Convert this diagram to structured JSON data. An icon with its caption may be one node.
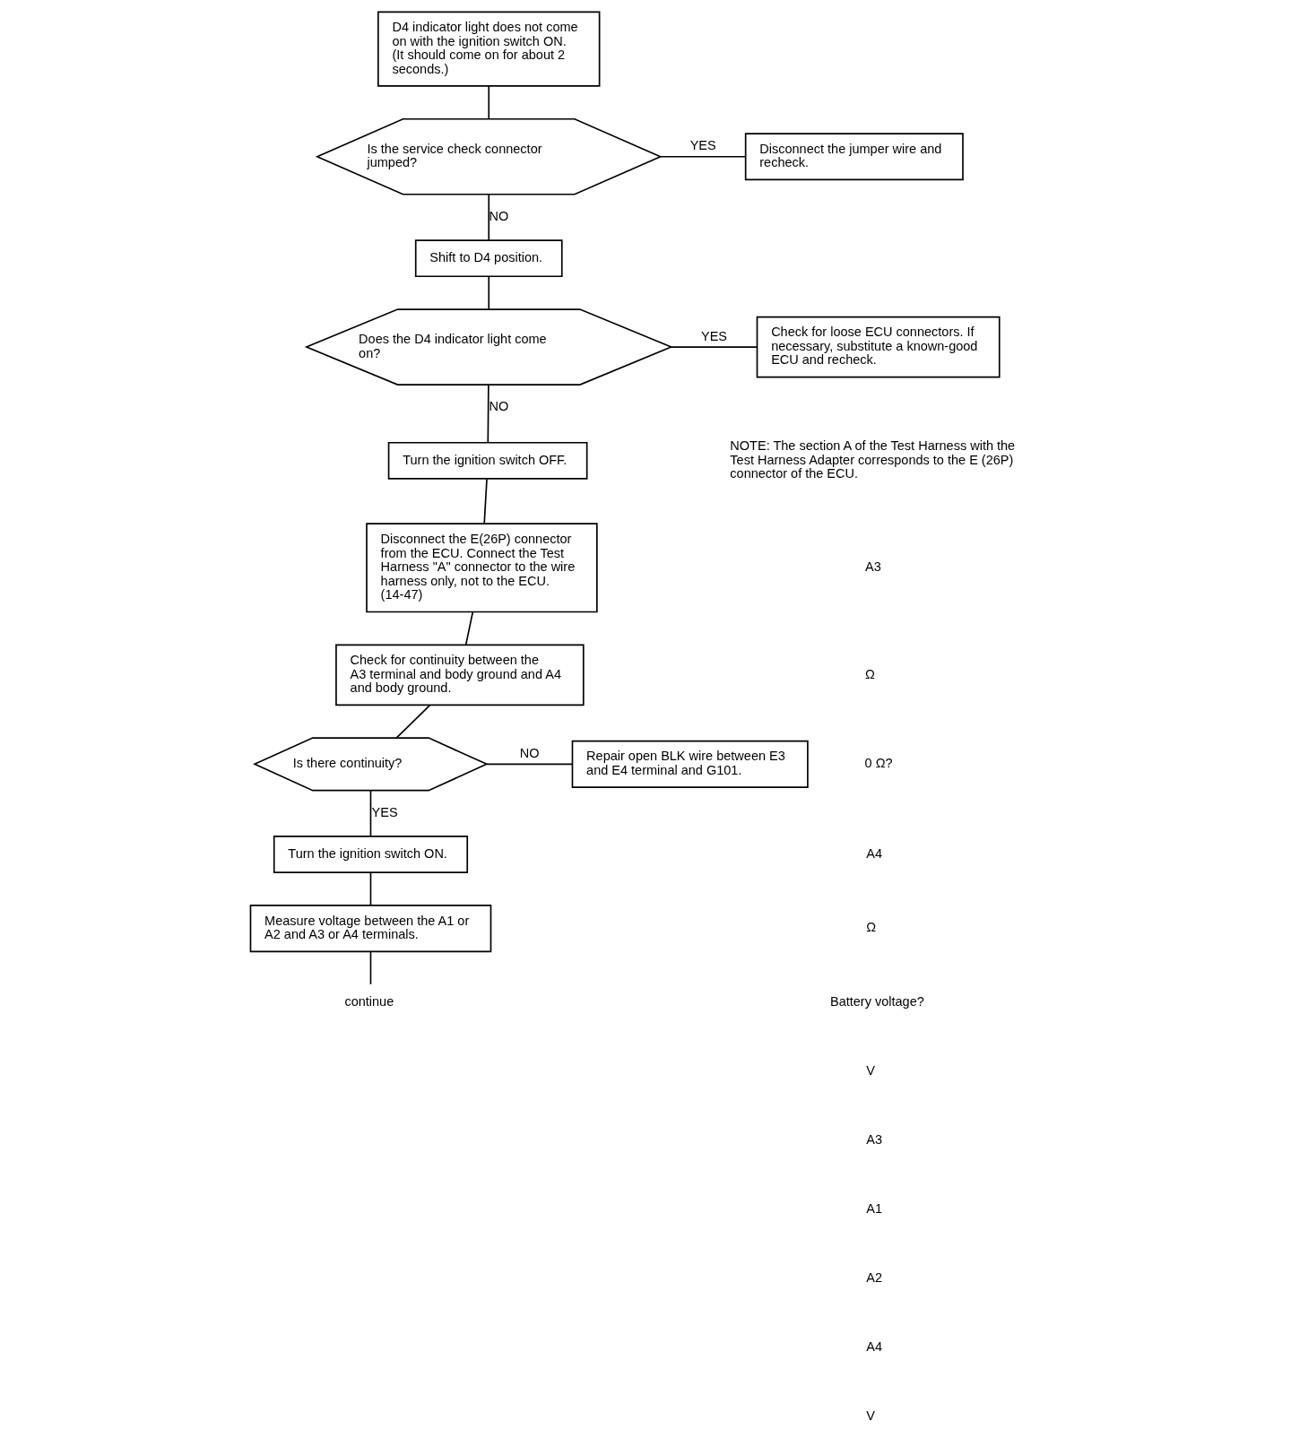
{
  "diagram": {
    "nodes": [
      {
        "text": [
          "D4 indicator light does not come on with the ignition switch ON. (It should come on for about 2 seconds.)"
        ]
      },
      {
        "text": [
          "Is the service check connector jumped?"
        ]
      },
      {
        "text": [
          "Disconnect the jumper wire and recheck."
        ]
      },
      {
        "text": [
          "Shift to D4 position."
        ]
      },
      {
        "text": [
          "Does the D4 indicator light come on?"
        ]
      },
      {
        "text": [
          "Check for loose ECU connectors. If necessary, substitute a known-good ECU and recheck."
        ]
      },
      {
        "text": [
          "Turn the ignition switch OFF."
        ]
      },
      {
        "text": [
          "Disconnect the E(26P) connector from the ECU. Connect the Test Harness \"A\" connector to the wire harness only, not to the ECU. (14-47)"
        ]
      },
      {
        "text": [
          "Check for continuity between the A3 terminal and body ground and A4 and body ground."
        ]
      },
      {
        "text": [
          "Is there continuity?"
        ]
      },
      {
        "text": [
          "Repair open BLK wire between E3 and E4 terminal and G101."
        ]
      },
      {
        "text": [
          "Turn the ignition switch ON."
        ]
      },
      {
        "text": [
          "Measure voltage between the A1 or A2 and A3 or A4 terminals."
        ]
      },
      {
        "text": [
          "continue"
        ]
      }
    ],
    "edges": [
      {
        "from": 0,
        "to": 1,
        "arrow": "none"
      },
      {
        "from": 1,
        "to": 2,
        "arrow": "none",
        "label": "YES"
      },
      {
        "from": 1,
        "to": 3,
        "arrow": "none",
        "label": "NO"
      },
      {
        "from": 3,
        "to": 4,
        "arrow": "none"
      },
      {
        "from": 4,
        "to": 5,
        "arrow": "none",
        "label": "YES"
      },
      {
        "from": 4,
        "to": 6,
        "arrow": "none",
        "label": "NO"
      },
      {
        "from": 6,
        "to": 7,
        "arrow": "none"
      },
      {
        "from": 7,
        "to": 8,
        "arrow": "none"
      },
      {
        "from": 8,
        "to": 9,
        "arrow": "none"
      },
      {
        "from": 9,
        "to": 10,
        "arrow": "none",
        "label": "NO"
      },
      {
        "from": 9,
        "to": 11,
        "arrow": "none",
        "label": "YES"
      },
      {
        "from": 11,
        "to": 12,
        "arrow": "none"
      },
      {
        "from": 12,
        "to": 13,
        "arrow": "none"
      }
    ],
    "labels": [
      "NOTE: The section A of the Test Harness with the Test Harness Adapter corresponds to the E (26P) connector of the ECU.",
      "A3",
      "Ω",
      "0 Ω?",
      "A4",
      "Ω",
      "Battery voltage?",
      "V",
      "A3",
      "A1",
      "A2",
      "A4",
      "V"
    ]
  }
}
